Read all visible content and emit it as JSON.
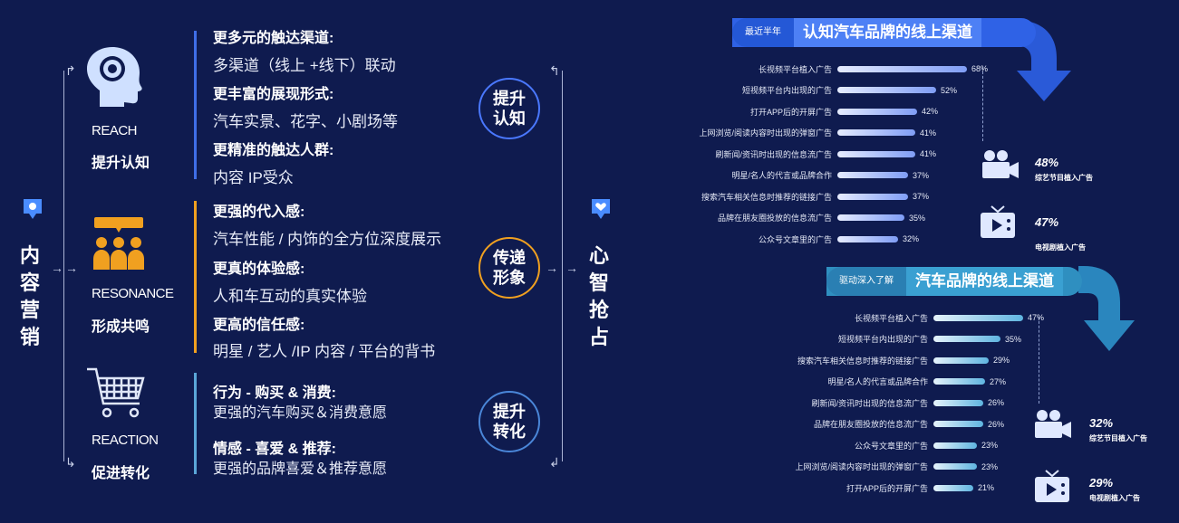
{
  "left": {
    "title_chars": [
      "内",
      "容",
      "营",
      "销"
    ]
  },
  "stages": [
    {
      "en": "REACH",
      "cn": "提升认知",
      "icon": "head-target-icon",
      "sep_color": "#3f6ee8",
      "points": [
        {
          "head": "更多元的触达渠道:",
          "body": "多渠道（线上 +线下）联动"
        },
        {
          "head": "更丰富的展现形式:",
          "body": "汽车实景、花字、小剧场等"
        },
        {
          "head": "更精准的触达人群:",
          "body": "内容 IP受众"
        }
      ],
      "circle": [
        "提升",
        "认知"
      ],
      "circle_color": "#4a78ff"
    },
    {
      "en": "RESONANCE",
      "cn": "形成共鸣",
      "icon": "audience-icon",
      "sep_color": "#f0a020",
      "points": [
        {
          "head": "更强的代入感:",
          "body": "汽车性能 / 内饰的全方位深度展示"
        },
        {
          "head": "更真的体验感:",
          "body": "人和车互动的真实体验"
        },
        {
          "head": "更高的信任感:",
          "body": "明星 / 艺人 /IP 内容 / 平台的背书"
        }
      ],
      "circle": [
        "传递",
        "形象"
      ],
      "circle_color": "#f0a020"
    },
    {
      "en": "REACTION",
      "cn": "促进转化",
      "icon": "shopping-cart-icon",
      "sep_color": "#5aa6d8",
      "points": [
        {
          "head": "行为 - 购买 & 消费:",
          "body": "更强的汽车购买＆消费意愿"
        },
        {
          "head": "情感 - 喜爱 & 推荐:",
          "body": "更强的品牌喜爱＆推荐意愿"
        }
      ],
      "circle": [
        "提升",
        "转化"
      ],
      "circle_color": "#4a86d8"
    }
  ],
  "right_title_chars": [
    "心",
    "智",
    "抢",
    "占"
  ],
  "colors": {
    "background": "#0f1b4f",
    "blue_banner": "#3a6cf0",
    "teal_banner": "#2f8fc0",
    "orange": "#f0a020"
  },
  "chart_data": [
    {
      "type": "bar",
      "tag": "最近半年",
      "title": "认知汽车品牌的线上渠道",
      "categories": [
        "长视频平台植入广告",
        "短视频平台内出现的广告",
        "打开APP后的开屏广告",
        "上网浏览/阅读内容时出现的弹窗广告",
        "刷新闻/资讯时出现的信息流广告",
        "明星/名人的代言或品牌合作",
        "搜索汽车相关信息时推荐的链接广告",
        "品牌在朋友圈投放的信息流广告",
        "公众号文章里的广告"
      ],
      "values": [
        68,
        52,
        42,
        41,
        41,
        37,
        37,
        35,
        32
      ],
      "value_labels": [
        "68%",
        "52%",
        "42%",
        "41%",
        "41%",
        "37%",
        "37%",
        "35%",
        "32%"
      ],
      "callouts": [
        {
          "pct": "48%",
          "label": "综艺节目植入广告",
          "icon": "film-camera-icon"
        },
        {
          "pct": "47%",
          "label": "电视剧植入广告",
          "icon": "tv-play-icon"
        }
      ]
    },
    {
      "type": "bar",
      "tag": "驱动深入了解",
      "title": "汽车品牌的线上渠道",
      "categories": [
        "长视频平台植入广告",
        "短视频平台内出现的广告",
        "搜索汽车相关信息时推荐的链接广告",
        "明星/名人的代言或品牌合作",
        "刷新闻/资讯时出现的信息流广告",
        "品牌在朋友圈投放的信息流广告",
        "公众号文章里的广告",
        "上网浏览/阅读内容时出现的弹窗广告",
        "打开APP后的开屏广告"
      ],
      "values": [
        47,
        35,
        29,
        27,
        26,
        26,
        23,
        23,
        21
      ],
      "value_labels": [
        "47%",
        "35%",
        "29%",
        "27%",
        "26%",
        "26%",
        "23%",
        "23%",
        "21%"
      ],
      "callouts": [
        {
          "pct": "32%",
          "label": "综艺节目植入广告",
          "icon": "film-camera-icon"
        },
        {
          "pct": "29%",
          "label": "电视剧植入广告",
          "icon": "tv-play-icon"
        }
      ]
    }
  ]
}
